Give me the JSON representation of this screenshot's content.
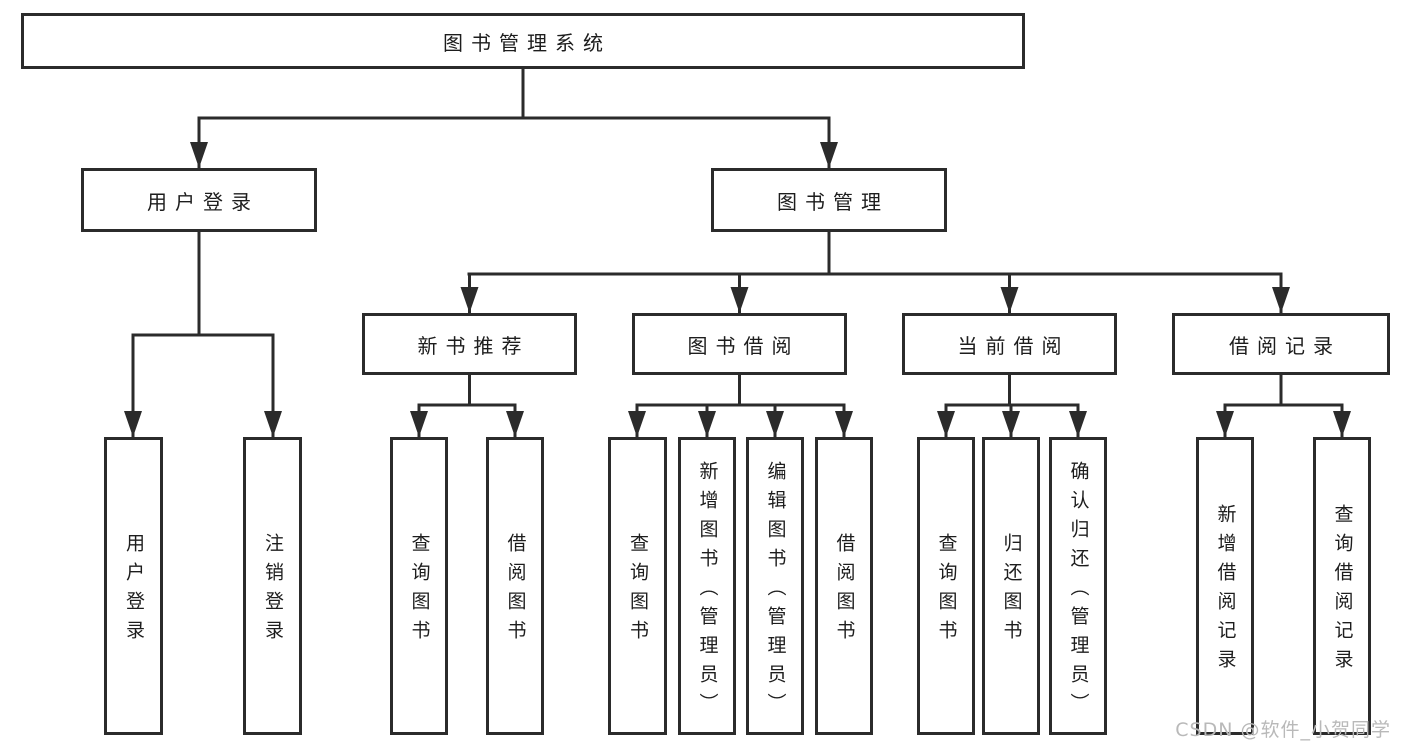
{
  "diagram": {
    "root": {
      "label": "图书管理系统"
    },
    "level2": [
      {
        "label": "用户登录"
      },
      {
        "label": "图书管理"
      }
    ],
    "level3": [
      {
        "label": "新书推荐"
      },
      {
        "label": "图书借阅"
      },
      {
        "label": "当前借阅"
      },
      {
        "label": "借阅记录"
      }
    ],
    "leaves": [
      {
        "label": "用户登录"
      },
      {
        "label": "注销登录"
      },
      {
        "label": "查询图书"
      },
      {
        "label": "借阅图书"
      },
      {
        "label": "查询图书"
      },
      {
        "label": "新增图书（管理员）"
      },
      {
        "label": "编辑图书（管理员）"
      },
      {
        "label": "借阅图书"
      },
      {
        "label": "查询图书"
      },
      {
        "label": "归还图书"
      },
      {
        "label": "确认归还（管理员）"
      },
      {
        "label": "新增借阅记录"
      },
      {
        "label": "查询借阅记录"
      }
    ]
  },
  "watermark": {
    "text": "CSDN @软件_小贺同学"
  },
  "colors": {
    "line": "#2b2b2b",
    "text": "#1d1d1d",
    "watermark": "#b9b9b9",
    "background": "#ffffff"
  }
}
